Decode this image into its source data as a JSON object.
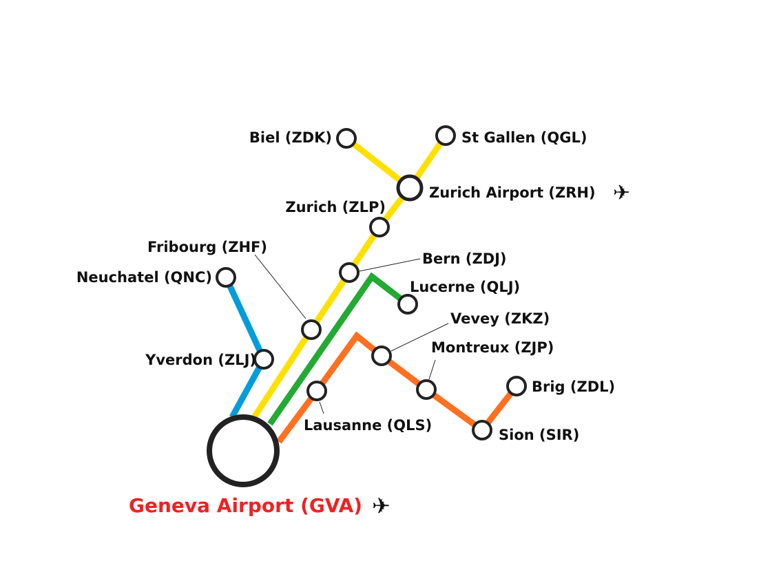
{
  "lines": {
    "blue": "#009ddc",
    "yellow": "#ffe000",
    "green": "#22aa33",
    "orange": "#ff7020"
  },
  "hub_color": "#ee2222",
  "stations": {
    "gva": "Geneva Airport (GVA)",
    "zrh": "Zurich Airport (ZRH)",
    "biel": "Biel (ZDK)",
    "stgallen": "St Gallen (QGL)",
    "zurich": "Zurich (ZLP)",
    "fribourg": "Fribourg (ZHF)",
    "bern": "Bern (ZDJ)",
    "neuchatel": "Neuchatel (QNC)",
    "lucerne": "Lucerne (QLJ)",
    "vevey": "Vevey (ZKZ)",
    "yverdon": "Yverdon (ZLJ)",
    "montreux": "Montreux (ZJP)",
    "brig": "Brig (ZDL)",
    "lausanne": "Lausanne (QLS)",
    "sion": "Sion (SIR)"
  },
  "icons": {
    "airport": "airplane-icon",
    "plane_glyph": "✈"
  }
}
